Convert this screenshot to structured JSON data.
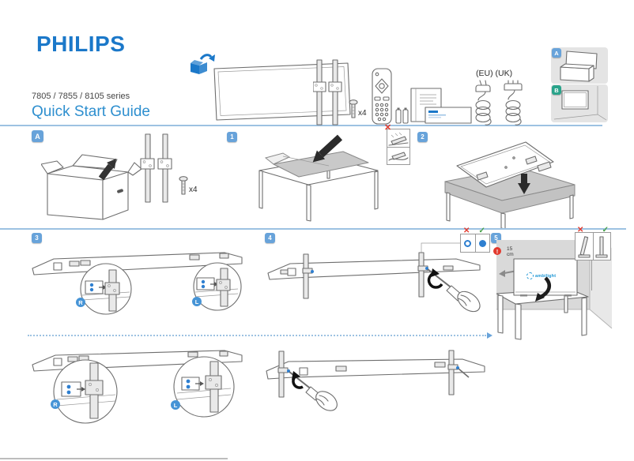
{
  "header": {
    "brand": "PHILIPS",
    "series": "7805 / 7855 / 8105 series",
    "title": "Quick Start Guide"
  },
  "kit": {
    "screw_count": "x4",
    "cables_label": "(EU) (UK)"
  },
  "mount_options": {
    "stand_label": "A",
    "wall_label": "B"
  },
  "section_a": {
    "label": "A",
    "screw_count": "x4"
  },
  "steps": {
    "s1": "1",
    "s2": "2",
    "s3": "3",
    "s4": "4",
    "s5": "5"
  },
  "brackets": {
    "right": "R",
    "left": "L"
  },
  "step5": {
    "warning_mark": "!",
    "distance_value": "15",
    "distance_unit": "cm",
    "ambilight_label": "ambilight"
  },
  "marks": {
    "cross": "✕",
    "check": "✓"
  },
  "colors": {
    "philips_blue": "#1b78c9",
    "title_blue": "#2e8fcf",
    "line_blue": "#9dc2e2",
    "badge_blue": "#68a3da",
    "badge_teal": "#2aa48b",
    "circle_blue": "#4694d6",
    "screw_blue": "#2e7fd0",
    "red": "#e23a2e",
    "green": "#43a047",
    "ambilight_blue": "#1f97d5"
  }
}
